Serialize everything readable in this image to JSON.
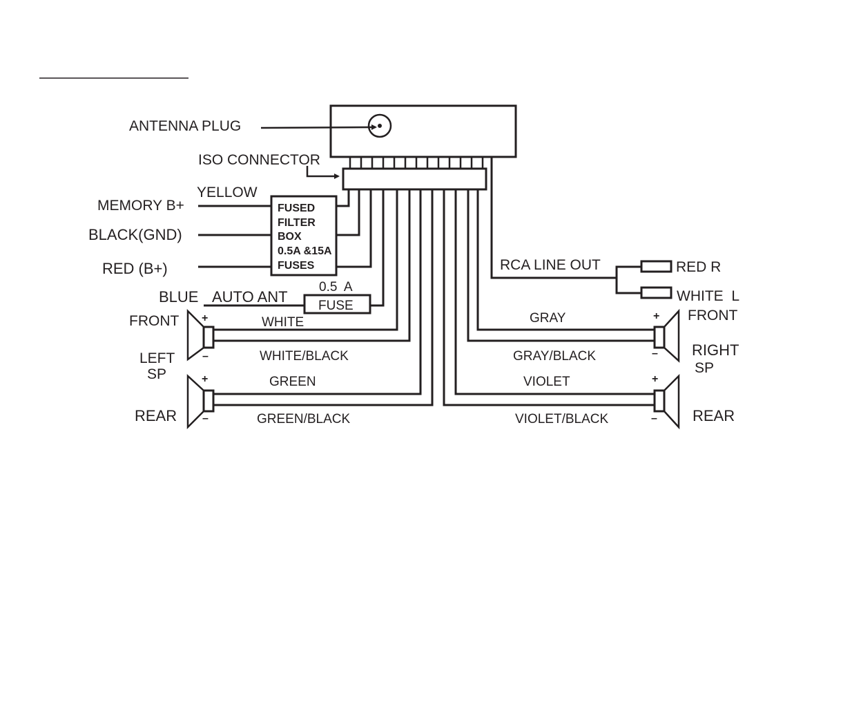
{
  "labels": {
    "antenna_plug": "ANTENNA PLUG",
    "iso_connector": "ISO CONNECTOR",
    "yellow": "YELLOW",
    "memory_b": "MEMORY B+",
    "black_gnd": "BLACK(GND)",
    "red_b": "RED (B+)",
    "blue": "BLUE",
    "auto_ant": "AUTO ANT",
    "fuse_rating": "0.5  A",
    "fuse": "FUSE",
    "filter_box": [
      "FUSED",
      "FILTER",
      "BOX",
      "0.5A &15A",
      "FUSES"
    ],
    "rca_line_out": "RCA LINE OUT",
    "red_r": "RED R",
    "white_l": "WHITE  L",
    "front_left": "FRONT",
    "left": "LEFT",
    "sp_left": "SP",
    "rear_left": "REAR",
    "front_right": "FRONT",
    "right": "RIGHT",
    "sp_right": "SP",
    "rear_right": "REAR",
    "white": "WHITE",
    "white_black": "WHITE/BLACK",
    "green": "GREEN",
    "green_black": "GREEN/BLACK",
    "gray": "GRAY",
    "gray_black": "GRAY/BLACK",
    "violet": "VIOLET",
    "violet_black": "VIOLET/BLACK",
    "plus": "+",
    "minus": "–"
  }
}
